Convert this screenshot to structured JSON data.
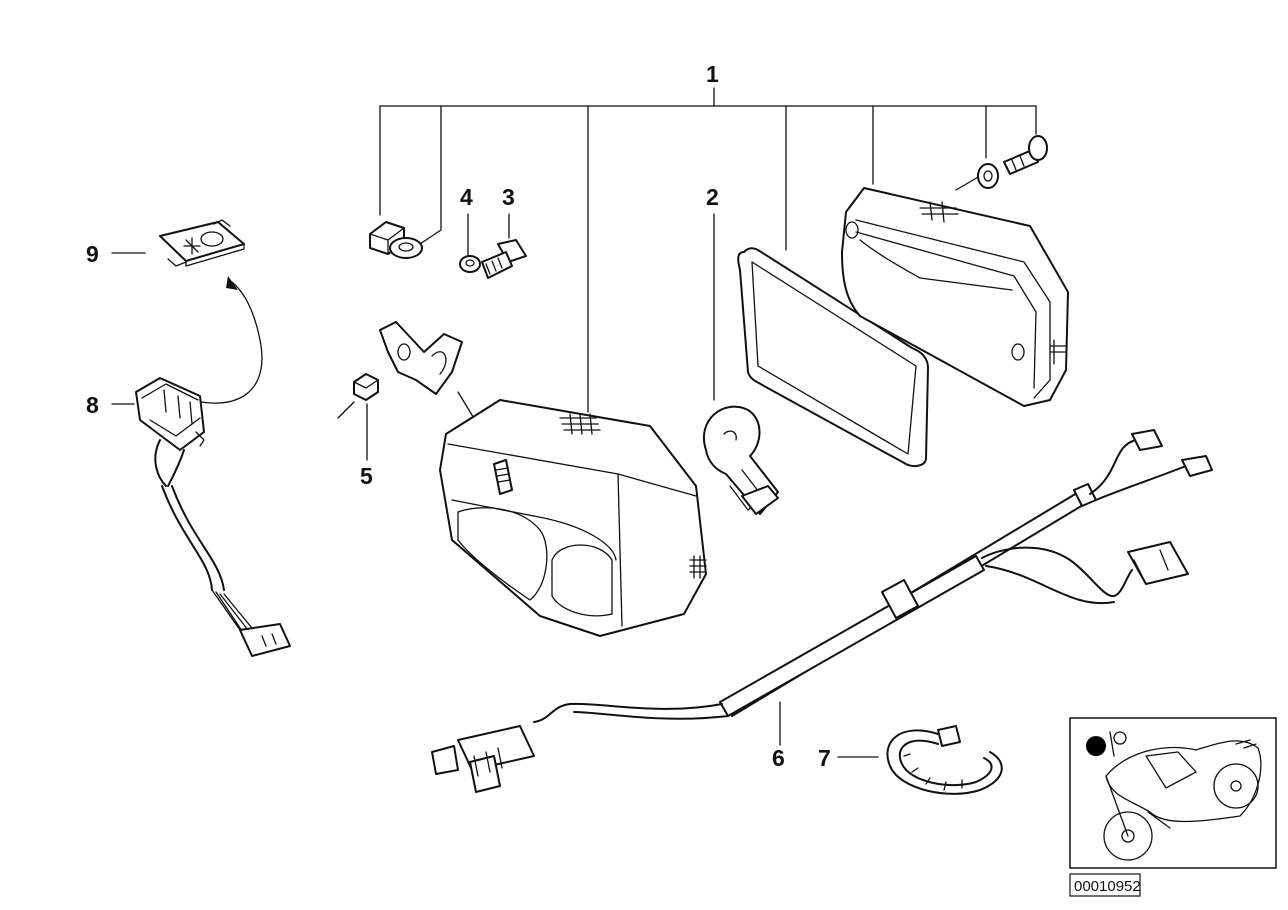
{
  "callouts": {
    "c1": "1",
    "c2": "2",
    "c3": "3",
    "c4": "4",
    "c5": "5",
    "c6": "6",
    "c7": "7",
    "c8": "8",
    "c9": "9"
  },
  "document_number": "00010952",
  "colors": {
    "line": "#111111",
    "background": "#ffffff",
    "marker": "#000000"
  }
}
